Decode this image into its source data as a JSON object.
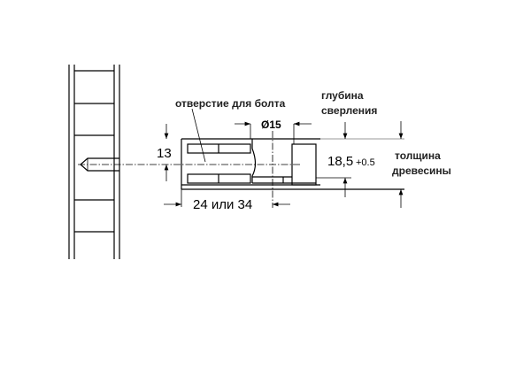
{
  "labels": {
    "bolt_hole": "отверстие для болта",
    "drill_depth_1": "глубина",
    "drill_depth_2": "сверления",
    "wood_thickness_1": "толщина",
    "wood_thickness_2": "древесины"
  },
  "dimensions": {
    "height": "13",
    "diameter": "Ø15",
    "length": "24 или 34",
    "depth_main": "18,5",
    "depth_tolerance": "+0.5"
  }
}
